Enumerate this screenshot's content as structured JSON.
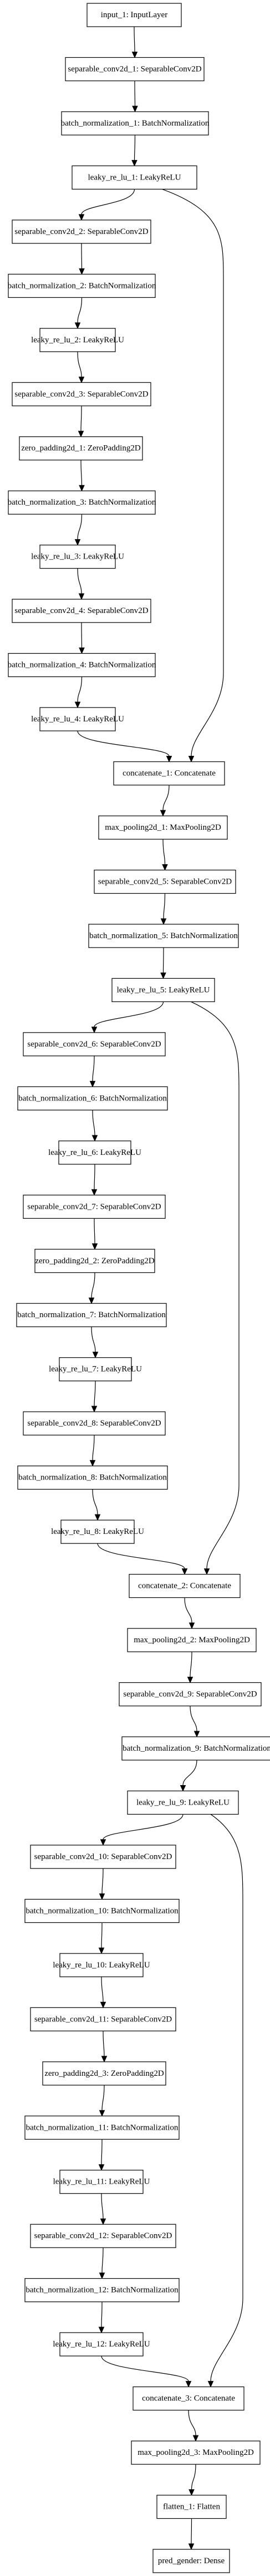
{
  "nodes": [
    {
      "id": "input_1",
      "label": "input_1: InputLayer"
    },
    {
      "id": "separable_conv2d_1",
      "label": "separable_conv2d_1: SeparableConv2D"
    },
    {
      "id": "batch_normalization_1",
      "label": "batch_normalization_1: BatchNormalization"
    },
    {
      "id": "leaky_re_lu_1",
      "label": "leaky_re_lu_1: LeakyReLU"
    },
    {
      "id": "separable_conv2d_2",
      "label": "separable_conv2d_2: SeparableConv2D"
    },
    {
      "id": "batch_normalization_2",
      "label": "batch_normalization_2: BatchNormalization"
    },
    {
      "id": "leaky_re_lu_2",
      "label": "leaky_re_lu_2: LeakyReLU"
    },
    {
      "id": "separable_conv2d_3",
      "label": "separable_conv2d_3: SeparableConv2D"
    },
    {
      "id": "zero_padding2d_1",
      "label": "zero_padding2d_1: ZeroPadding2D"
    },
    {
      "id": "batch_normalization_3",
      "label": "batch_normalization_3: BatchNormalization"
    },
    {
      "id": "leaky_re_lu_3",
      "label": "leaky_re_lu_3: LeakyReLU"
    },
    {
      "id": "separable_conv2d_4",
      "label": "separable_conv2d_4: SeparableConv2D"
    },
    {
      "id": "batch_normalization_4",
      "label": "batch_normalization_4: BatchNormalization"
    },
    {
      "id": "leaky_re_lu_4",
      "label": "leaky_re_lu_4: LeakyReLU"
    },
    {
      "id": "concatenate_1",
      "label": "concatenate_1: Concatenate"
    },
    {
      "id": "max_pooling2d_1",
      "label": "max_pooling2d_1: MaxPooling2D"
    },
    {
      "id": "separable_conv2d_5",
      "label": "separable_conv2d_5: SeparableConv2D"
    },
    {
      "id": "batch_normalization_5",
      "label": "batch_normalization_5: BatchNormalization"
    },
    {
      "id": "leaky_re_lu_5",
      "label": "leaky_re_lu_5: LeakyReLU"
    },
    {
      "id": "separable_conv2d_6",
      "label": "separable_conv2d_6: SeparableConv2D"
    },
    {
      "id": "batch_normalization_6",
      "label": "batch_normalization_6: BatchNormalization"
    },
    {
      "id": "leaky_re_lu_6",
      "label": "leaky_re_lu_6: LeakyReLU"
    },
    {
      "id": "separable_conv2d_7",
      "label": "separable_conv2d_7: SeparableConv2D"
    },
    {
      "id": "zero_padding2d_2",
      "label": "zero_padding2d_2: ZeroPadding2D"
    },
    {
      "id": "batch_normalization_7",
      "label": "batch_normalization_7: BatchNormalization"
    },
    {
      "id": "leaky_re_lu_7",
      "label": "leaky_re_lu_7: LeakyReLU"
    },
    {
      "id": "separable_conv2d_8",
      "label": "separable_conv2d_8: SeparableConv2D"
    },
    {
      "id": "batch_normalization_8",
      "label": "batch_normalization_8: BatchNormalization"
    },
    {
      "id": "leaky_re_lu_8",
      "label": "leaky_re_lu_8: LeakyReLU"
    },
    {
      "id": "concatenate_2",
      "label": "concatenate_2: Concatenate"
    },
    {
      "id": "max_pooling2d_2",
      "label": "max_pooling2d_2: MaxPooling2D"
    },
    {
      "id": "separable_conv2d_9",
      "label": "separable_conv2d_9: SeparableConv2D"
    },
    {
      "id": "batch_normalization_9",
      "label": "batch_normalization_9: BatchNormalization"
    },
    {
      "id": "leaky_re_lu_9",
      "label": "leaky_re_lu_9: LeakyReLU"
    },
    {
      "id": "separable_conv2d_10",
      "label": "separable_conv2d_10: SeparableConv2D"
    },
    {
      "id": "batch_normalization_10",
      "label": "batch_normalization_10: BatchNormalization"
    },
    {
      "id": "leaky_re_lu_10",
      "label": "leaky_re_lu_10: LeakyReLU"
    },
    {
      "id": "separable_conv2d_11",
      "label": "separable_conv2d_11: SeparableConv2D"
    },
    {
      "id": "zero_padding2d_3",
      "label": "zero_padding2d_3: ZeroPadding2D"
    },
    {
      "id": "batch_normalization_11",
      "label": "batch_normalization_11: BatchNormalization"
    },
    {
      "id": "leaky_re_lu_11",
      "label": "leaky_re_lu_11: LeakyReLU"
    },
    {
      "id": "separable_conv2d_12",
      "label": "separable_conv2d_12: SeparableConv2D"
    },
    {
      "id": "batch_normalization_12",
      "label": "batch_normalization_12: BatchNormalization"
    },
    {
      "id": "leaky_re_lu_12",
      "label": "leaky_re_lu_12: LeakyReLU"
    },
    {
      "id": "concatenate_3",
      "label": "concatenate_3: Concatenate"
    },
    {
      "id": "max_pooling2d_3",
      "label": "max_pooling2d_3: MaxPooling2D"
    },
    {
      "id": "flatten_1",
      "label": "flatten_1: Flatten"
    },
    {
      "id": "pred_gender",
      "label": "pred_gender: Dense"
    }
  ],
  "edges": [
    [
      "input_1",
      "separable_conv2d_1"
    ],
    [
      "separable_conv2d_1",
      "batch_normalization_1"
    ],
    [
      "batch_normalization_1",
      "leaky_re_lu_1"
    ],
    [
      "leaky_re_lu_1",
      "separable_conv2d_2"
    ],
    [
      "leaky_re_lu_1",
      "concatenate_1"
    ],
    [
      "separable_conv2d_2",
      "batch_normalization_2"
    ],
    [
      "batch_normalization_2",
      "leaky_re_lu_2"
    ],
    [
      "leaky_re_lu_2",
      "separable_conv2d_3"
    ],
    [
      "separable_conv2d_3",
      "zero_padding2d_1"
    ],
    [
      "zero_padding2d_1",
      "batch_normalization_3"
    ],
    [
      "batch_normalization_3",
      "leaky_re_lu_3"
    ],
    [
      "leaky_re_lu_3",
      "separable_conv2d_4"
    ],
    [
      "separable_conv2d_4",
      "batch_normalization_4"
    ],
    [
      "batch_normalization_4",
      "leaky_re_lu_4"
    ],
    [
      "leaky_re_lu_4",
      "concatenate_1"
    ],
    [
      "concatenate_1",
      "max_pooling2d_1"
    ],
    [
      "max_pooling2d_1",
      "separable_conv2d_5"
    ],
    [
      "separable_conv2d_5",
      "batch_normalization_5"
    ],
    [
      "batch_normalization_5",
      "leaky_re_lu_5"
    ],
    [
      "leaky_re_lu_5",
      "separable_conv2d_6"
    ],
    [
      "leaky_re_lu_5",
      "concatenate_2"
    ],
    [
      "separable_conv2d_6",
      "batch_normalization_6"
    ],
    [
      "batch_normalization_6",
      "leaky_re_lu_6"
    ],
    [
      "leaky_re_lu_6",
      "separable_conv2d_7"
    ],
    [
      "separable_conv2d_7",
      "zero_padding2d_2"
    ],
    [
      "zero_padding2d_2",
      "batch_normalization_7"
    ],
    [
      "batch_normalization_7",
      "leaky_re_lu_7"
    ],
    [
      "leaky_re_lu_7",
      "separable_conv2d_8"
    ],
    [
      "separable_conv2d_8",
      "batch_normalization_8"
    ],
    [
      "batch_normalization_8",
      "leaky_re_lu_8"
    ],
    [
      "leaky_re_lu_8",
      "concatenate_2"
    ],
    [
      "concatenate_2",
      "max_pooling2d_2"
    ],
    [
      "max_pooling2d_2",
      "separable_conv2d_9"
    ],
    [
      "separable_conv2d_9",
      "batch_normalization_9"
    ],
    [
      "batch_normalization_9",
      "leaky_re_lu_9"
    ],
    [
      "leaky_re_lu_9",
      "separable_conv2d_10"
    ],
    [
      "leaky_re_lu_9",
      "concatenate_3"
    ],
    [
      "separable_conv2d_10",
      "batch_normalization_10"
    ],
    [
      "batch_normalization_10",
      "leaky_re_lu_10"
    ],
    [
      "leaky_re_lu_10",
      "separable_conv2d_11"
    ],
    [
      "separable_conv2d_11",
      "zero_padding2d_3"
    ],
    [
      "zero_padding2d_3",
      "batch_normalization_11"
    ],
    [
      "batch_normalization_11",
      "leaky_re_lu_11"
    ],
    [
      "leaky_re_lu_11",
      "separable_conv2d_12"
    ],
    [
      "separable_conv2d_12",
      "batch_normalization_12"
    ],
    [
      "batch_normalization_12",
      "leaky_re_lu_12"
    ],
    [
      "leaky_re_lu_12",
      "concatenate_3"
    ],
    [
      "concatenate_3",
      "max_pooling2d_3"
    ],
    [
      "max_pooling2d_3",
      "flatten_1"
    ],
    [
      "flatten_1",
      "pred_gender"
    ]
  ]
}
